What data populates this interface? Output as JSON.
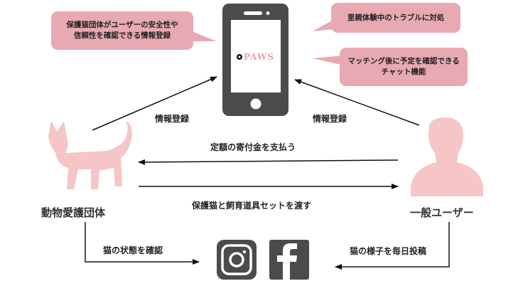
{
  "app": {
    "name": "PAWS"
  },
  "bubbles": {
    "registration": {
      "line1": "保護猫団体がユーザーの安全性や",
      "line2": "信頼性を確認できる情報登録"
    },
    "trouble": {
      "line1": "里親体験中のトラブルに対処"
    },
    "chat": {
      "line1": "マッチング後に予定を確認できる",
      "line2": "チャット機能"
    }
  },
  "actors": {
    "organization": "動物愛護団体",
    "user": "一般ユーザー"
  },
  "flows": {
    "org_register": "情報登録",
    "user_register": "情報登録",
    "donation": "定額の寄付金を支払う",
    "delivery": "保護猫と飼育道具セットを渡す",
    "check_status": "猫の状態を確認",
    "daily_post": "猫の様子を毎日投稿"
  },
  "colors": {
    "bubble": "#e8a9b2",
    "silhouette": "#f6c5c6",
    "device": "#4b4b4b",
    "brand": "#f0a0a8"
  },
  "icons": [
    "smartphone-icon",
    "cat-icon",
    "person-icon",
    "instagram-icon",
    "facebook-icon"
  ]
}
